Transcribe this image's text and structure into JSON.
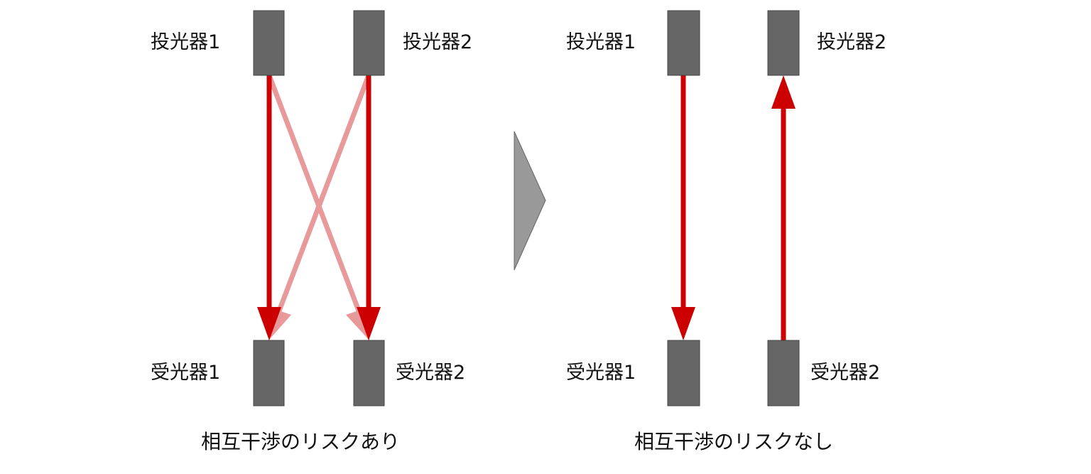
{
  "colors": {
    "device": "#666666",
    "device_border": "#444444",
    "beam": "#cc0000",
    "crosstalk": "#e89a9a",
    "chevron": "#999999"
  },
  "left": {
    "emitter1": "投光器1",
    "emitter2": "投光器2",
    "receiver1": "受光器1",
    "receiver2": "受光器2",
    "caption": "相互干渉のリスクあり"
  },
  "right": {
    "emitter1": "投光器1",
    "emitter2": "投光器2",
    "receiver1": "受光器1",
    "receiver2": "受光器2",
    "caption": "相互干渉のリスクなし"
  }
}
